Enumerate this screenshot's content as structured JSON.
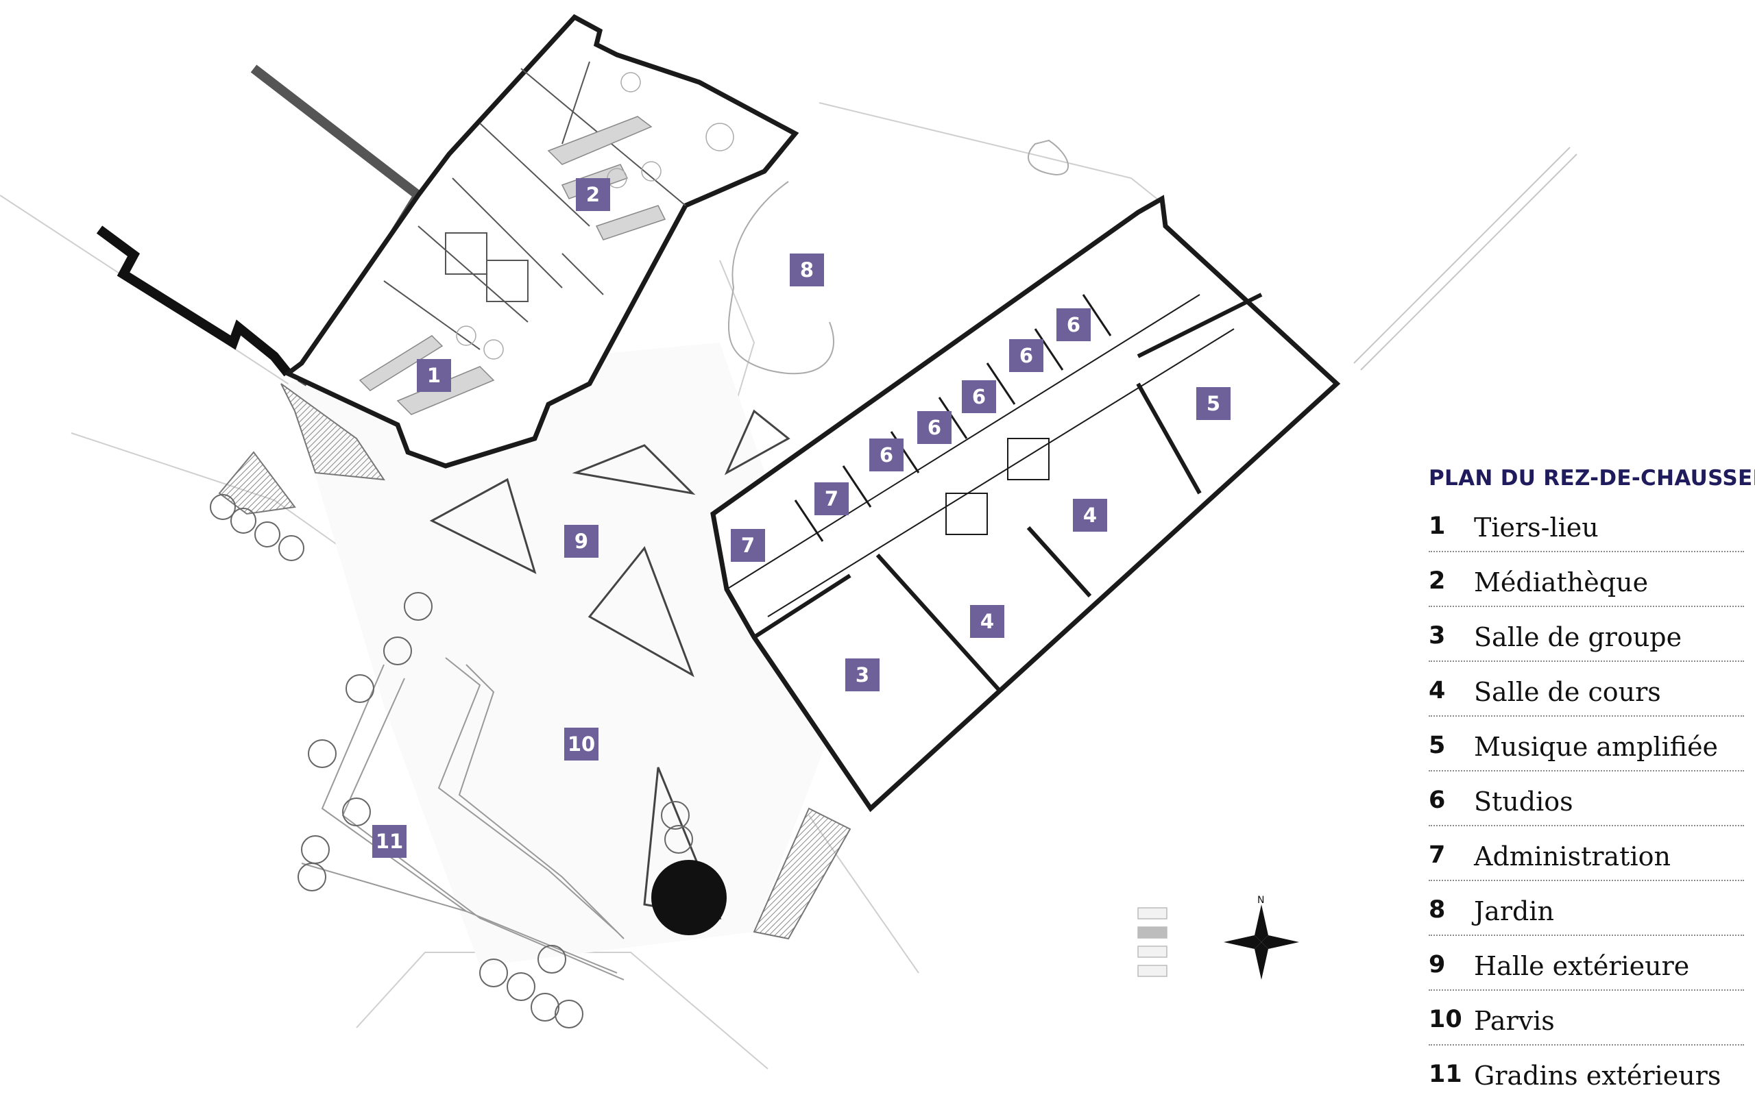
{
  "legend": {
    "title": "PLAN DU REZ-DE-CHAUSSEE",
    "items": [
      {
        "num": "1",
        "label": "Tiers-lieu"
      },
      {
        "num": "2",
        "label": "Médiathèque"
      },
      {
        "num": "3",
        "label": "Salle de groupe"
      },
      {
        "num": "4",
        "label": "Salle de cours"
      },
      {
        "num": "5",
        "label": "Musique amplifiée"
      },
      {
        "num": "6",
        "label": "Studios"
      },
      {
        "num": "7",
        "label": "Administration"
      },
      {
        "num": "8",
        "label": "Jardin"
      },
      {
        "num": "9",
        "label": "Halle extérieure"
      },
      {
        "num": "10",
        "label": "Parvis"
      },
      {
        "num": "11",
        "label": "Gradins extérieurs"
      }
    ]
  },
  "room_tags": [
    "1",
    "2",
    "3",
    "4",
    "4",
    "5",
    "6",
    "6",
    "6",
    "6",
    "6",
    "7",
    "7",
    "8",
    "9",
    "10",
    "11"
  ],
  "compass": {
    "north_label": "N"
  },
  "colors": {
    "room_tag": "#6e6099",
    "legend_title": "#1f1b5c"
  }
}
